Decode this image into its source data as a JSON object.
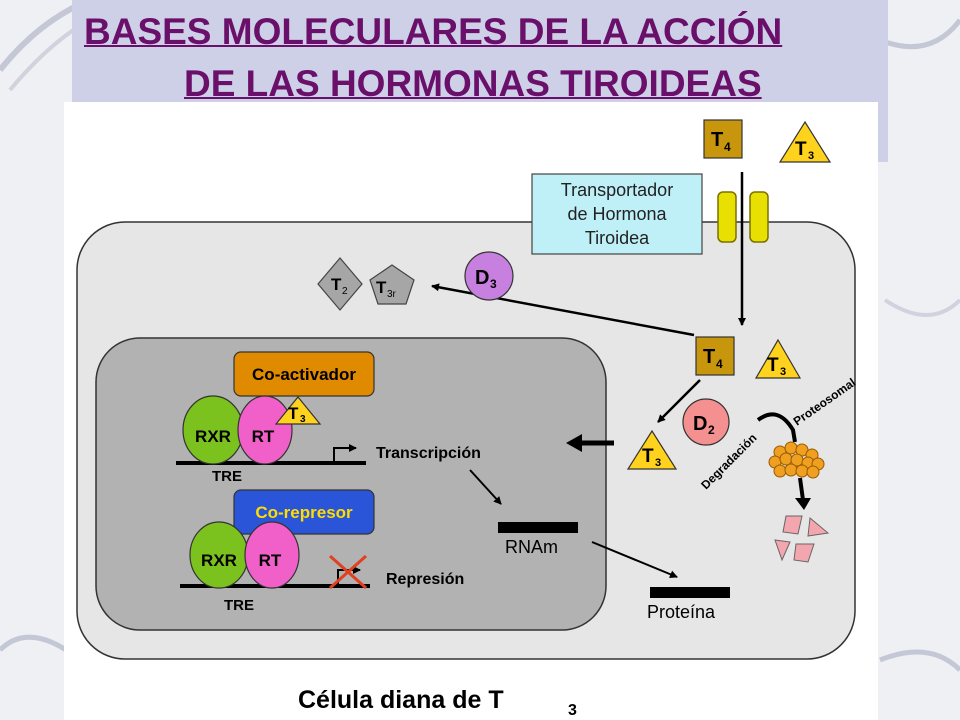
{
  "title": {
    "line1": "BASES MOLECULARES DE LA ACCIÓN",
    "line2": "DE LAS HORMONAS TIROIDEAS"
  },
  "labels": {
    "transporter_line1": "Transportador",
    "transporter_line2": "de Hormona",
    "transporter_line3": "Tiroidea",
    "t_letter": "T",
    "d_letter": "D",
    "sub_4": "4",
    "sub_3": "3",
    "sub_2": "2",
    "sub_3r": "3r",
    "coactivator": "Co-activador",
    "corepressor": "Co-represor",
    "rxr": "RXR",
    "rt": "RT",
    "tre": "TRE",
    "transcription": "Transcripción",
    "repression": "Represión",
    "rnam": "RNAm",
    "protein": "Proteína",
    "degradation": "Degradación",
    "proteosomal": "Proteosomal",
    "caption": "Célula diana de T",
    "caption_sub": "3"
  },
  "colors": {
    "title": "#6a0f6a",
    "hormone_t4": "#c8960c",
    "hormone_t3": "#ffd21e",
    "coactivator": "#e08a00",
    "corepressor": "#2a55d8",
    "rxr": "#7cc21e",
    "rt": "#f060c8",
    "d2": "#f49090",
    "d3": "#c880e0",
    "transporter_box": "#bff0f8",
    "channel": "#e8e000",
    "cell": "#e6e6e6",
    "nucleus": "#b2b2b2"
  }
}
